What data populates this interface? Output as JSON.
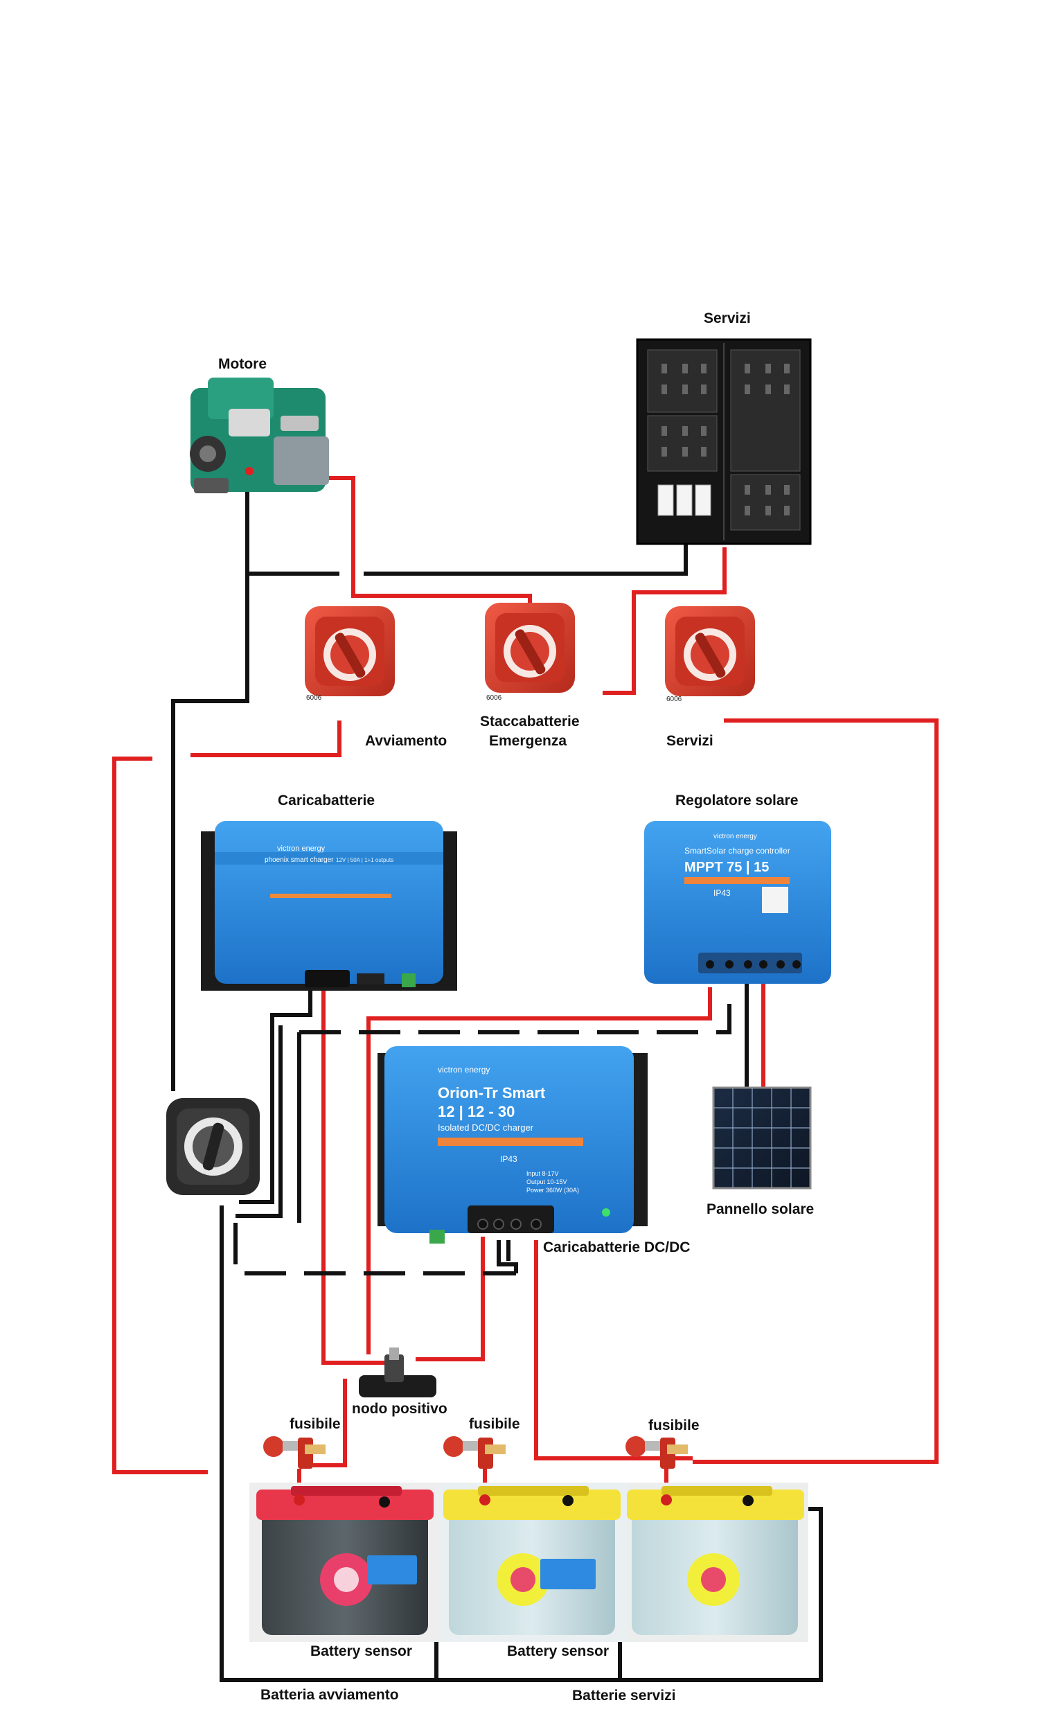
{
  "labels": {
    "motore": "Motore",
    "servizi_panel": "Servizi",
    "avviamento": "Avviamento",
    "staccabatterie_1": "Staccabatterie",
    "staccabatterie_2": "Emergenza",
    "servizi_switch": "Servizi",
    "caricabatterie": "Caricabatterie",
    "regolatore_solare": "Regolatore solare",
    "pannello_solare": "Pannello solare",
    "caricabatterie_dcdc": "Caricabatterie DC/DC",
    "nodo_positivo": "nodo positivo",
    "fusibile": "fusibile",
    "battery_sensor": "Battery sensor",
    "batteria_avviamento": "Batteria avviamento",
    "batterie_servizi": "Batterie servizi"
  },
  "switch_code": "6006",
  "phoenix": {
    "brand": "victron energy",
    "model": "phoenix smart charger",
    "rating": "12V | 50A | 1+1 outputs"
  },
  "mppt": {
    "brand": "victron energy",
    "line": "SmartSolar charge controller",
    "model": "MPPT 75 | 15",
    "ip": "IP43"
  },
  "orion": {
    "brand": "victron energy",
    "model_line1": "Orion-Tr Smart",
    "model_line2": "12 | 12 - 30",
    "subtitle": "Isolated DC/DC charger",
    "ip": "IP43",
    "spec_input": "Input   8-17V",
    "spec_output": "Output  10-15V",
    "spec_power": "Power   360W (30A)"
  },
  "colors": {
    "wire_positive": "#e02020",
    "wire_negative": "#111111",
    "victron_blue": "#2f8fe0",
    "switch_red": "#d63a2a",
    "battery_red_top": "#e8364a",
    "battery_yellow_top": "#f4e23a"
  }
}
